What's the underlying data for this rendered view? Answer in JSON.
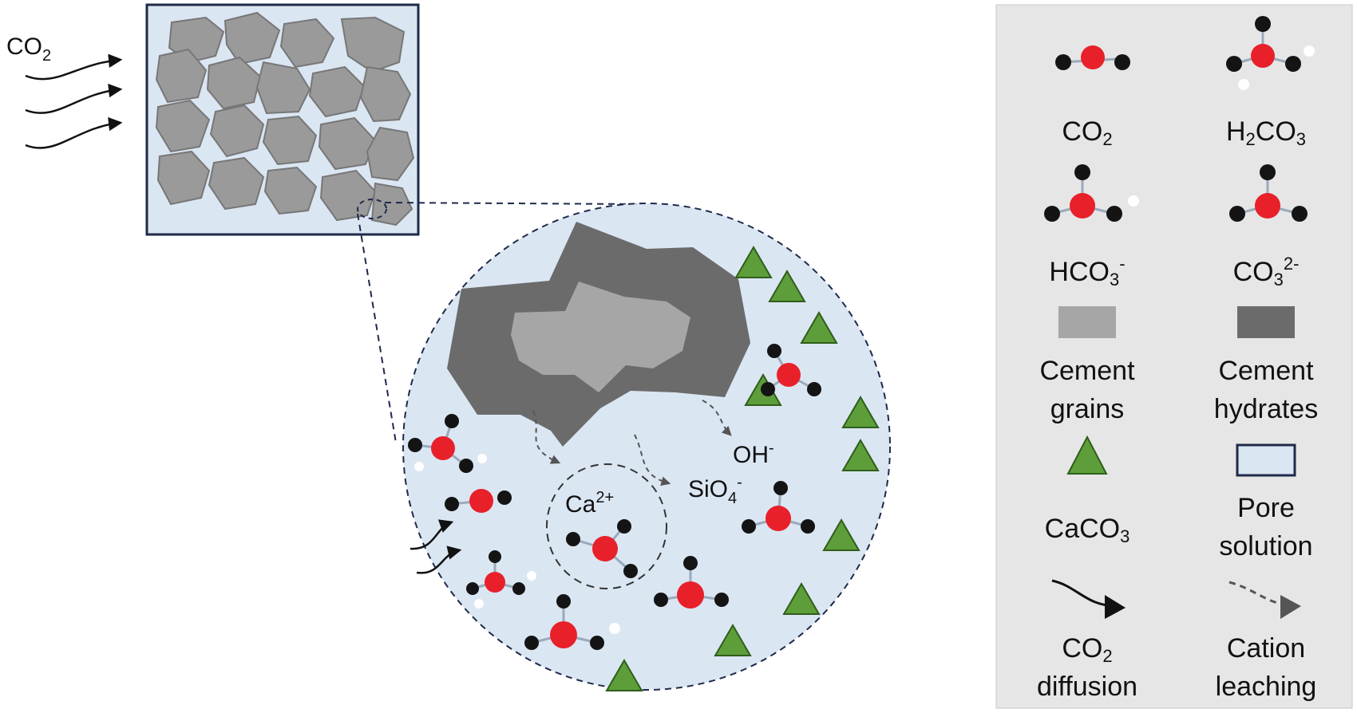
{
  "diagram": {
    "inlet_label": {
      "main": "CO",
      "sub": "2"
    },
    "species_labels": {
      "calcium": {
        "main": "Ca",
        "sup": "2+"
      },
      "hydroxide": {
        "main": "OH",
        "sup": "-"
      },
      "silicate": {
        "main": "SiO",
        "sub": "4",
        "sup": "-"
      }
    }
  },
  "legend": {
    "co2": {
      "main": "CO",
      "sub": "2"
    },
    "h2co3": {
      "pre": "H",
      "sub1": "2",
      "mid": "CO",
      "sub2": "3"
    },
    "hco3": {
      "main": "HCO",
      "sub": "3",
      "sup": "-"
    },
    "co3": {
      "main": "CO",
      "sub": "3",
      "sup": "2-"
    },
    "cement_grains": {
      "line1": "Cement",
      "line2": "grains"
    },
    "cement_hydrates": {
      "line1": "Cement",
      "line2": "hydrates"
    },
    "caco3": {
      "main": "CaCO",
      "sub": "3"
    },
    "pore_solution": {
      "line1": "Pore",
      "line2": "solution"
    },
    "co2_diffusion": {
      "main": "CO",
      "sub": "2",
      "line2": "diffusion"
    },
    "cation_leaching": {
      "line1": "Cation",
      "line2": "leaching"
    }
  },
  "colors": {
    "pore_solution": "#dbe6f3",
    "cement_grain": "#a6a6a6",
    "cement_hydrate": "#6b6b6b",
    "caco3": "#5d9e3a",
    "oxygen_center": "#e8202a",
    "carbon_atom": "#141414",
    "hydrogen_atom": "#ffffff",
    "legend_panel": "#e6e6e6",
    "frame": "#1f2a4a"
  }
}
